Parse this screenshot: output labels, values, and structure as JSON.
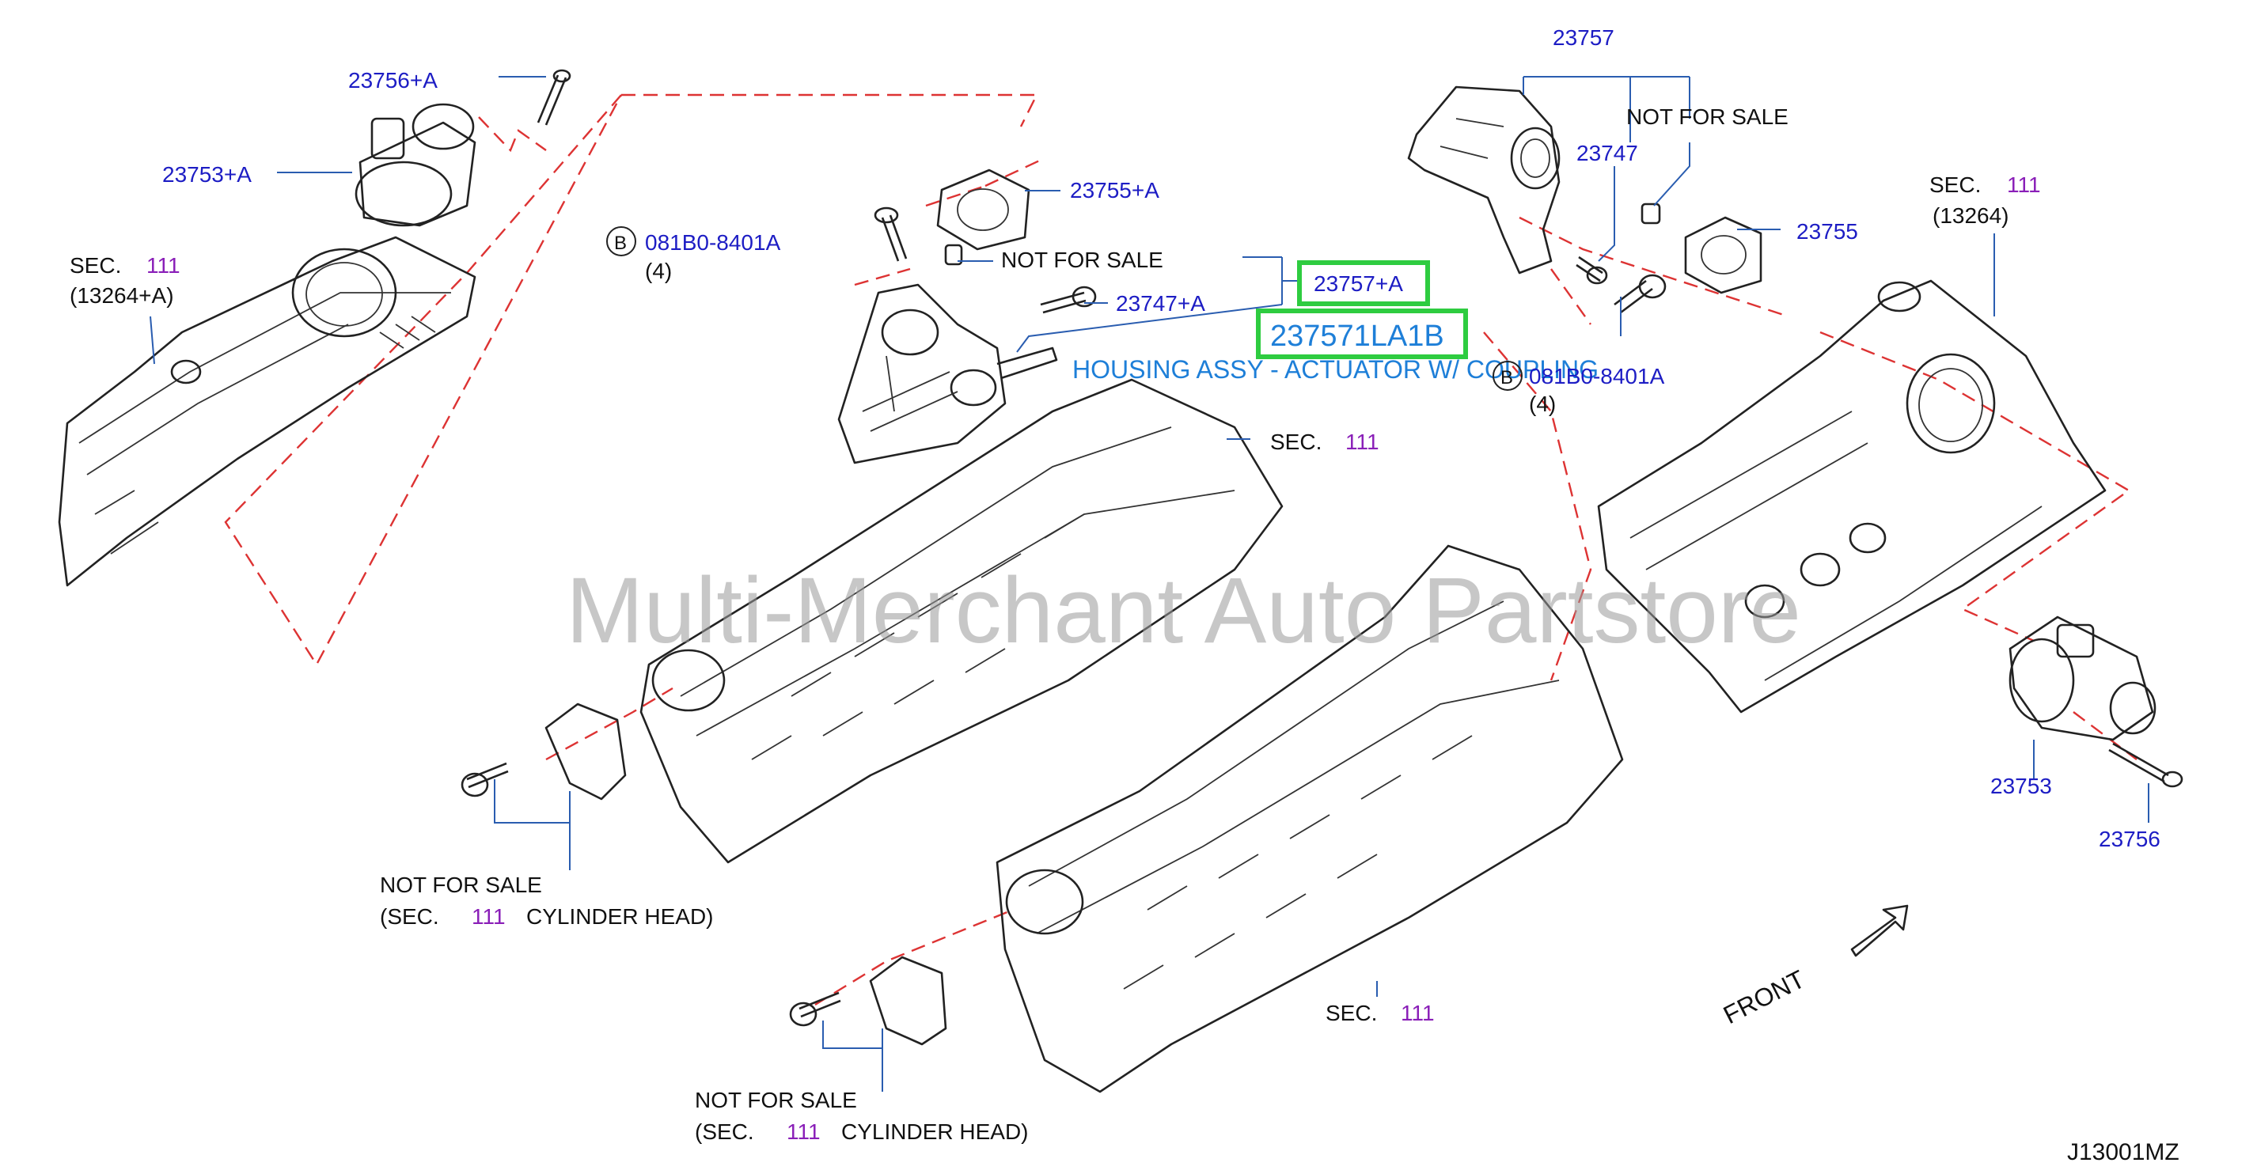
{
  "labels": {
    "l23756a": "23756+A",
    "l23753a": "23753+A",
    "sec_left": "SEC.",
    "sec_left_num": "111",
    "sec_left_sub": "(13264+A)",
    "bolt_b": "B",
    "bolt_part": "081B0-8401A",
    "bolt_qty": "(4)",
    "l23755a": "23755+A",
    "nfs_mid": "NOT   FOR   SALE",
    "l23747a": "23747+A",
    "l23757a": "23757+A",
    "highlight_part": "237571LA1B",
    "highlight_desc": "HOUSING ASSY - ACTUATOR W/ COUPLING",
    "bolt_b2": "B",
    "bolt_part2": "081B0-8401A",
    "bolt_qty2": "(4)",
    "l23757": "23757",
    "nfs_top": "NOT   FOR   SALE",
    "l23747": "23747",
    "l23755": "23755",
    "sec_right": "SEC.",
    "sec_right_num": "111",
    "sec_right_sub": "(13264)",
    "sec_mid": "SEC.",
    "sec_mid_num": "111",
    "nfs_left": "NOT   FOR   SALE",
    "nfs_left_sub1": "(SEC.",
    "nfs_left_num": "111",
    "nfs_left_sub2": "CYLINDER   HEAD)",
    "sec_bottom": "SEC.",
    "sec_bottom_num": "111",
    "nfs_bot": "NOT   FOR   SALE",
    "nfs_bot_sub1": "(SEC.",
    "nfs_bot_num": "111",
    "nfs_bot_sub2": "CYLINDER   HEAD)",
    "l23753": "23753",
    "l23756": "23756",
    "front": "FRONT",
    "diagram_code": "J13001MZ"
  },
  "watermark": "Multi-Merchant Auto Partstore",
  "colors": {
    "part_number": "#1d1dc4",
    "section_number": "#8a1fb8",
    "highlight_box": "#2ecc40",
    "highlight_text": "#1e7fd8",
    "phantom_line": "#dd3333"
  }
}
